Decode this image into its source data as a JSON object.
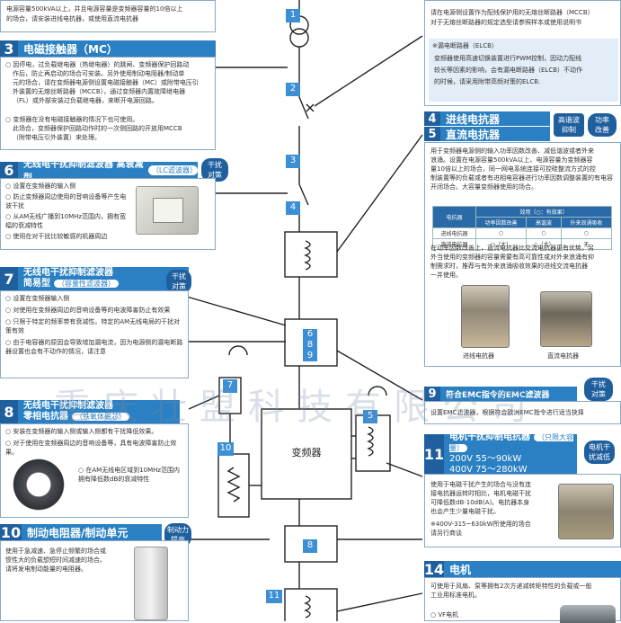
{
  "top_left": {
    "lines": [
      "电源容量500kVA以上，并且电源容量是变频器容量的10倍以上",
      "的场合，请安装进线电抗器，或使用直流电抗器"
    ]
  },
  "top_right": {
    "lines": [
      "请在电源侧设置作为配线保护用的无熔丝断路器（MCCB）",
      "对于无熔丝断路器的规定选型请参照样本或使用说明书"
    ],
    "elcb_title": "※漏电断路器（ELCB）",
    "elcb_lines": [
      "变频器使用高速切换装置进行PWM控制，因动力配线",
      "较长等因素的影响，会有漏电断路器（ELCB）不动作",
      "的时候，请采用附带高频对策的ELCB."
    ]
  },
  "s3": {
    "num": "3",
    "title": "电磁接触器（MC）",
    "b1": [
      "因停电，过负载继电器（热继电器）的跳闸、变频器保护回路动",
      "作后，防止再启动的场合可安装。另外使用制动电阻器/制动单",
      "元的场合，请在变频器电源侧设置电磁接触器（MC）或附带电压引",
      "外装置的无熔丝断路器（MCCB），通过变频器内置故障继电器",
      "（FL）或外部安装过负载继电器，来断开电源回路。"
    ],
    "b2": [
      "变频器在没有电磁接触器的情况下也可使用。",
      "此场合，变频器保护回路动作时的一次侧回路的开放用MCCB",
      "（附带电压引外装置）来处理。"
    ]
  },
  "s6": {
    "num": "6",
    "title": "无线电干扰抑制滤波器 高衰减型",
    "sub": "（LC滤波器）",
    "tag": [
      "干扰",
      "对策"
    ],
    "items": [
      "设置在变频器的输入侧",
      "防止变频器周边使用的音响设备等产生电波干扰",
      "从AM无线广播到10MHz范围内，拥有宽幅的衰减特性",
      "使用在对干扰比较敏感的机器周边"
    ]
  },
  "s7": {
    "num": "7",
    "title": [
      "无线电干扰抑制滤波器",
      "简易型"
    ],
    "sub": "（容量性滤波器）",
    "tag": [
      "干扰",
      "对策"
    ],
    "items": [
      "设置在变频器输入侧",
      "对使用在变频器周边的音响设备等的电波障害防止有效果",
      "只限于特定的频率带有衰减性。特定的AM无线电局的干扰对策有效",
      "由于电容器的原因会导致增加漏电流，因为电源侧的漏电断路器设置也会有不动作的情况，请注意"
    ]
  },
  "s8": {
    "num": "8",
    "title": [
      "无线电干扰抑制滤波器",
      "零相电抗器"
    ],
    "sub": "（铁氧体磁芯）",
    "items": [
      "安装在变频器的输入侧或输入侧都有干扰降低效果。",
      "对于使用在变频器周边的音响设备等，具有电波障害防止效果。",
      "在AM无线电区域到10MHz范围内拥有降低数dB的衰减特性"
    ]
  },
  "s10": {
    "num": "10",
    "title": "制动电阻器/制动单元",
    "tag": [
      "制动力",
      "提高"
    ],
    "lines": [
      "使用于急减速、急停止频繁的场合或",
      "惯性大的负载想短时间减速的场合。",
      "请将发电制动能量的电阻器。"
    ]
  },
  "s45": {
    "num4": "4",
    "title4": "进线电抗器",
    "num5": "5",
    "title5": "直流电抗器",
    "tag1": [
      "高谐波",
      "抑制"
    ],
    "tag2": [
      "功率",
      "改善"
    ],
    "lines": [
      "用于变频器电源侧的输入功率因数改善、减低谐波或者外来",
      "浪涌。设置在电源容量500kVA以上、电源容量为变频器容",
      "量10倍以上的场合，同一网电系统连接可控硅整流方式的控",
      "制装置等的负载或者有进相电容器进行功率因数调整装置的有电容",
      "开闭场合。大容量变频器使用的场合。"
    ],
    "table": {
      "h_top": "效用（○：有效果）",
      "h_name": "电抗器",
      "h_cols": [
        "功率因数改善",
        "高谐波",
        "外来浪涌吸收"
      ],
      "rows": [
        {
          "name": "进线电抗器",
          "c": [
            "○",
            "○",
            "○"
          ]
        },
        {
          "name": "直流电抗器",
          "c": [
            "○（大）",
            "○（大）",
            "无"
          ]
        }
      ]
    },
    "lines2": [
      "在动率因数改善上，直流电抗器比交流电抗器更有优势。另",
      "外当使用的变频器的容量需要有高可靠性或对外来浪涌有抑",
      "制需求时，推荐与有外来浪涌吸收效果的进线交流电抗器",
      "一并使用。"
    ],
    "cap1": "进线电抗器",
    "cap2": "直流电抗器"
  },
  "s9": {
    "num": "9",
    "title": "符合EMC指令的EMC滤波器",
    "tag": [
      "干扰",
      "对策"
    ],
    "line": "设置EMC滤波器，根据符合欧洲EMC指令进行适当抉择"
  },
  "s11": {
    "num": "11",
    "title": "电机干扰抑制电抗器",
    "sub": "（只限大容量）",
    "spec1": "200V 55～90kW",
    "spec2": "400V 75～280kW",
    "tag": [
      "电机干",
      "扰减低"
    ],
    "lines": [
      "使用于电磁干扰产生的场合与没有连",
      "接电抗器运转时相比，电机电磁干扰",
      "可降低数dB-10dB(A)。电抗器本身",
      "也会产生少量电磁干扰。"
    ],
    "note": [
      "※400V-315~630kW所使用的场合",
      "请另行商谈"
    ]
  },
  "s14": {
    "num": "14",
    "title": "电机",
    "lines": [
      "可使用于风扇、泵等拥有2次方递减转矩特性的负载或一般",
      "工业用标准电机。"
    ],
    "item": "VF电机"
  },
  "diagram": {
    "labels": [
      "1",
      "2",
      "3",
      "4",
      "6",
      "8",
      "9",
      "7",
      "10",
      "5",
      "8",
      "11"
    ],
    "inverter": "变频器"
  },
  "watermark": "重庆壮盟科技有限公司",
  "colors": {
    "accent": "#2a80c2",
    "dark": "#1f5f9e",
    "border": "#8aa9c8"
  }
}
